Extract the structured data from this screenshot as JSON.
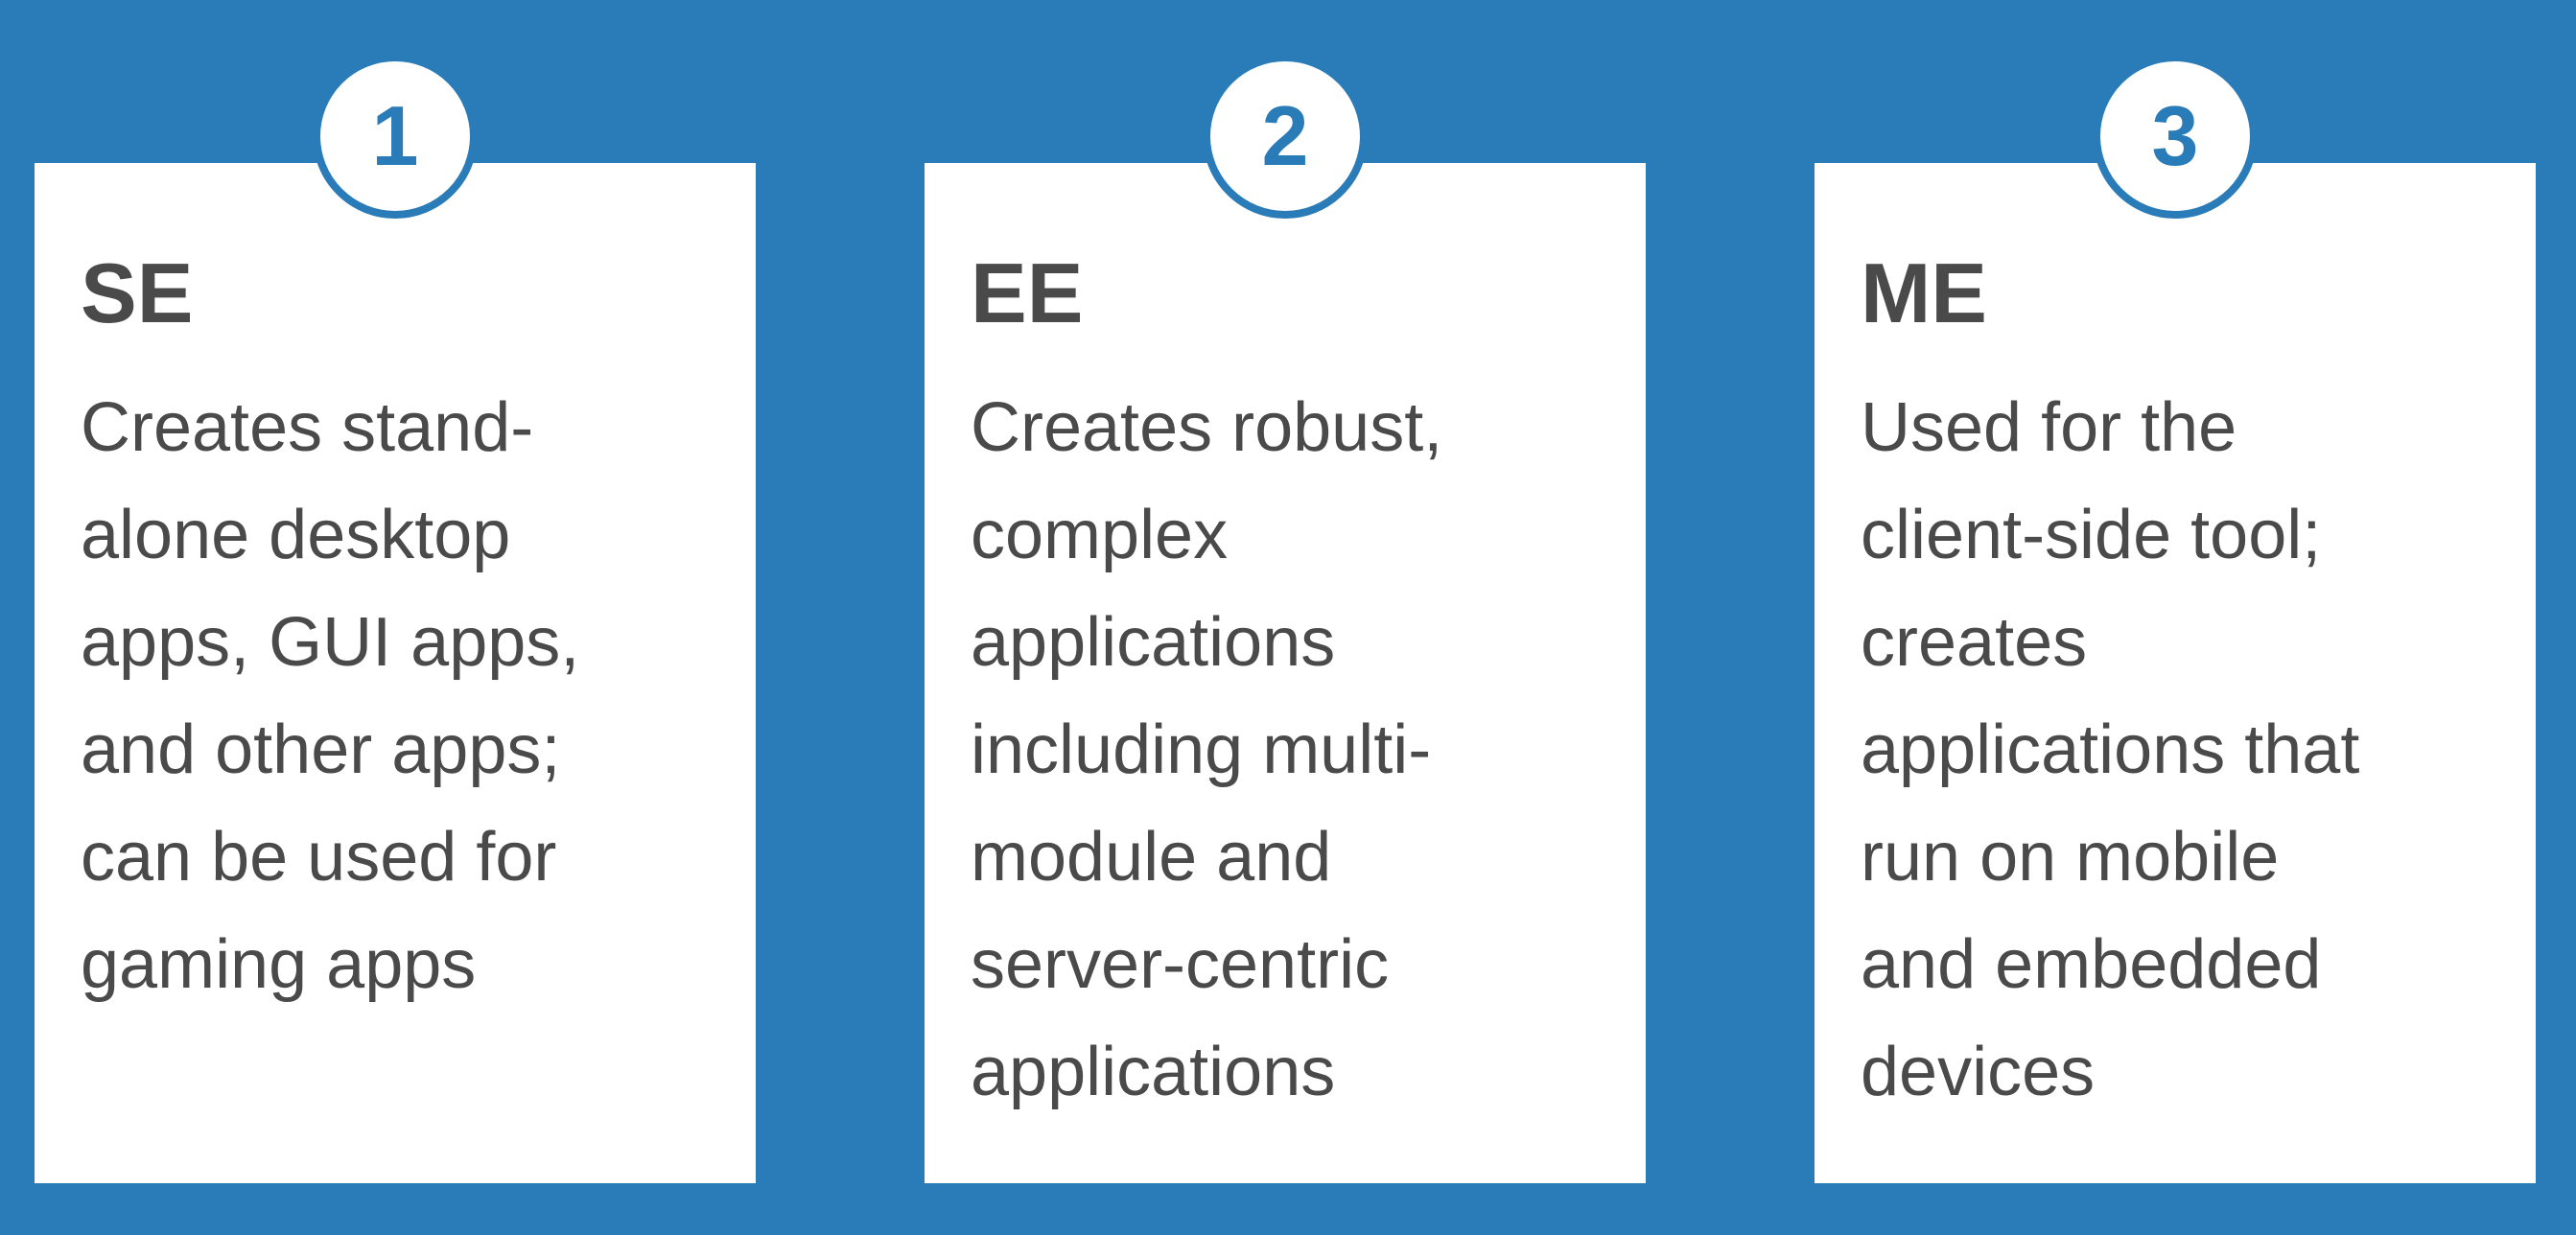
{
  "cards": [
    {
      "number": "1",
      "title": "SE",
      "lines": [
        "Creates stand-",
        "alone desktop",
        "apps, GUI apps,",
        "and other apps;",
        "can be used for",
        "gaming apps"
      ]
    },
    {
      "number": "2",
      "title": "EE",
      "lines": [
        "Creates robust,",
        "complex",
        "applications",
        "including multi-",
        "module and",
        "server-centric",
        "applications"
      ]
    },
    {
      "number": "3",
      "title": "ME",
      "lines": [
        "Used for the",
        "client-side tool;",
        "creates",
        "applications that",
        "run on mobile",
        "and embedded",
        "devices"
      ]
    }
  ],
  "colors": {
    "background": "#2a7cb8",
    "card": "#ffffff",
    "text": "#4a4a4a",
    "accent": "#2a7cb8"
  }
}
